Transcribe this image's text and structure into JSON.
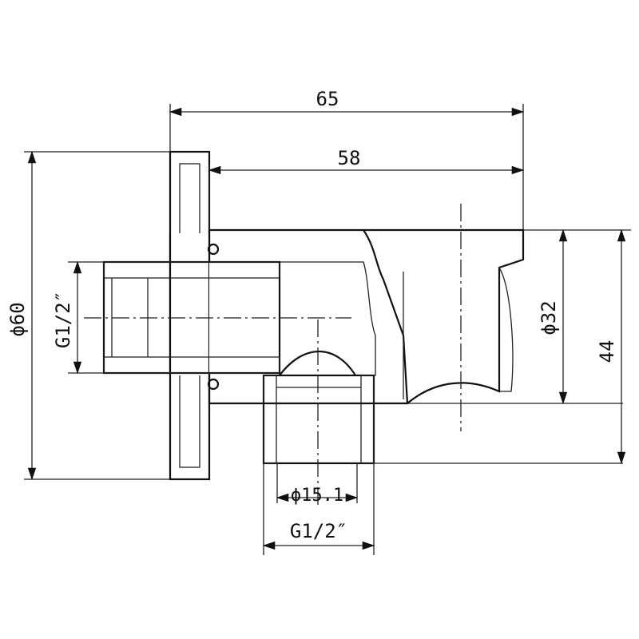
{
  "dimensions": {
    "overall_length": "65",
    "body_length": "58",
    "flange_diameter": "ϕ60",
    "inlet_thread": "G1/2″",
    "holder_diameter": "ϕ32",
    "height": "44",
    "outlet_bore": "ϕ15.1",
    "outlet_thread": "G1/2″"
  },
  "colors": {
    "line": "#111111",
    "background": "#ffffff"
  }
}
